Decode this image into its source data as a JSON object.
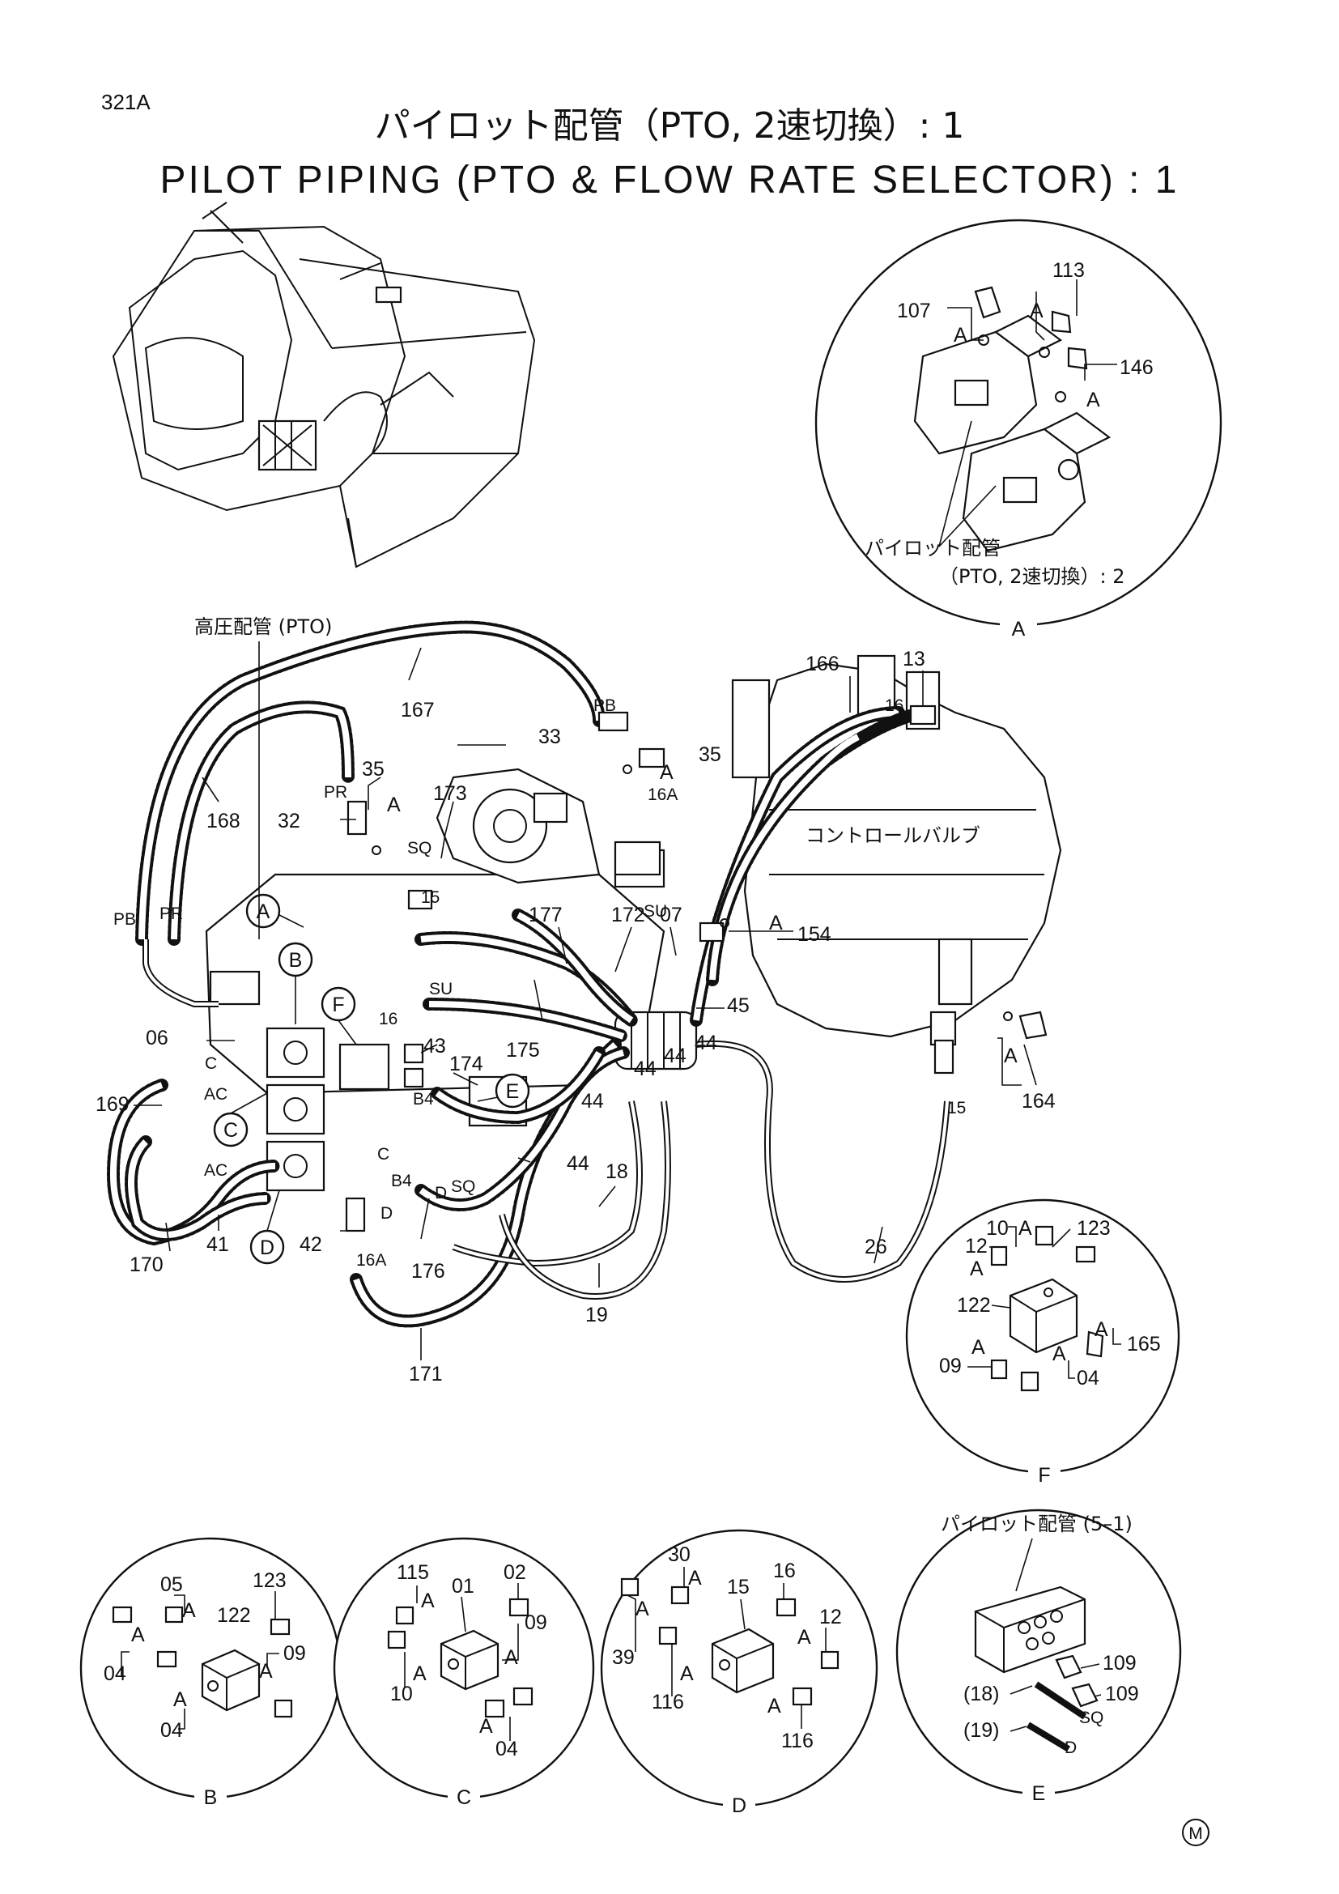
{
  "page_code": "321A",
  "title_jp": "パイロット配管（PTO, 2速切換）: 1",
  "title_en": "PILOT PIPING (PTO & FLOW RATE SELECTOR) : 1",
  "maker_mark": "M",
  "main": {
    "hp_piping": "高圧配管 (PTO)",
    "control_valve": "コントロールバルブ",
    "callouts": [
      "A",
      "B",
      "C",
      "D",
      "E",
      "F"
    ],
    "parts": {
      "p167": "167",
      "p168": "168",
      "p35a": "35",
      "p35b": "35",
      "p32": "32",
      "p173": "173",
      "p33": "33",
      "p166": "166",
      "p13": "13",
      "p16a": "16",
      "p16A1": "16A",
      "p16A2": "16A",
      "p15a": "15",
      "p15b": "15",
      "p177": "177",
      "p172": "172",
      "p07": "07",
      "p154": "154",
      "p45": "45",
      "p44a": "44",
      "p44b": "44",
      "p44c": "44",
      "p44d": "44",
      "p44e": "44",
      "p06": "06",
      "p169": "169",
      "p43": "43",
      "p174": "174",
      "p175": "175",
      "p16b": "16",
      "p18": "18",
      "p26": "26",
      "p164": "164",
      "p170": "170",
      "p41": "41",
      "p42": "42",
      "p176": "176",
      "p19": "19",
      "p171": "171"
    },
    "ports": {
      "PB1": "PB",
      "PB2": "PB",
      "PR1": "PR",
      "PR2": "PR",
      "SQ1": "SQ",
      "SQ2": "SQ",
      "SU1": "SU",
      "SU2": "SU",
      "AC1": "AC",
      "AC2": "AC",
      "B4a": "B4",
      "B4b": "B4",
      "C1": "C",
      "C2": "C",
      "D1": "D",
      "D2": "D"
    },
    "a_marks": [
      "A",
      "A",
      "A",
      "A"
    ]
  },
  "detail_A": {
    "letter": "A",
    "parts": {
      "p107": "107",
      "p113": "113",
      "p146": "146"
    },
    "note1": "パイロット配管",
    "note2": "（PTO, 2速切換）: 2",
    "a_marks": [
      "A",
      "A",
      "A"
    ]
  },
  "detail_F": {
    "letter": "F",
    "parts": {
      "p10": "10",
      "p123": "123",
      "p12": "12",
      "p122": "122",
      "p165": "165",
      "p09": "09",
      "p04": "04"
    },
    "a_marks": [
      "A",
      "A",
      "A",
      "A",
      "A"
    ]
  },
  "detail_B": {
    "letter": "B",
    "parts": {
      "p05": "05",
      "p122": "122",
      "p123": "123",
      "p09": "09",
      "p04a": "04",
      "p04b": "04"
    },
    "a_marks": [
      "A",
      "A",
      "A",
      "A"
    ]
  },
  "detail_C": {
    "letter": "C",
    "parts": {
      "p115": "115",
      "p01": "01",
      "p02": "02",
      "p09": "09",
      "p10": "10",
      "p04": "04"
    },
    "a_marks": [
      "A",
      "A",
      "A",
      "A"
    ]
  },
  "detail_D": {
    "letter": "D",
    "parts": {
      "p30": "30",
      "p15": "15",
      "p16": "16",
      "p12": "12",
      "p39": "39",
      "p116a": "116",
      "p116b": "116"
    },
    "a_marks": [
      "A",
      "A",
      "A",
      "A",
      "A"
    ]
  },
  "detail_E": {
    "letter": "E",
    "note": "パイロット配管 (5–1)",
    "parts": {
      "p109a": "109",
      "p109b": "109",
      "p18": "(18)",
      "p19": "(19)"
    },
    "ports": {
      "SQ": "SQ",
      "D": "D"
    }
  }
}
